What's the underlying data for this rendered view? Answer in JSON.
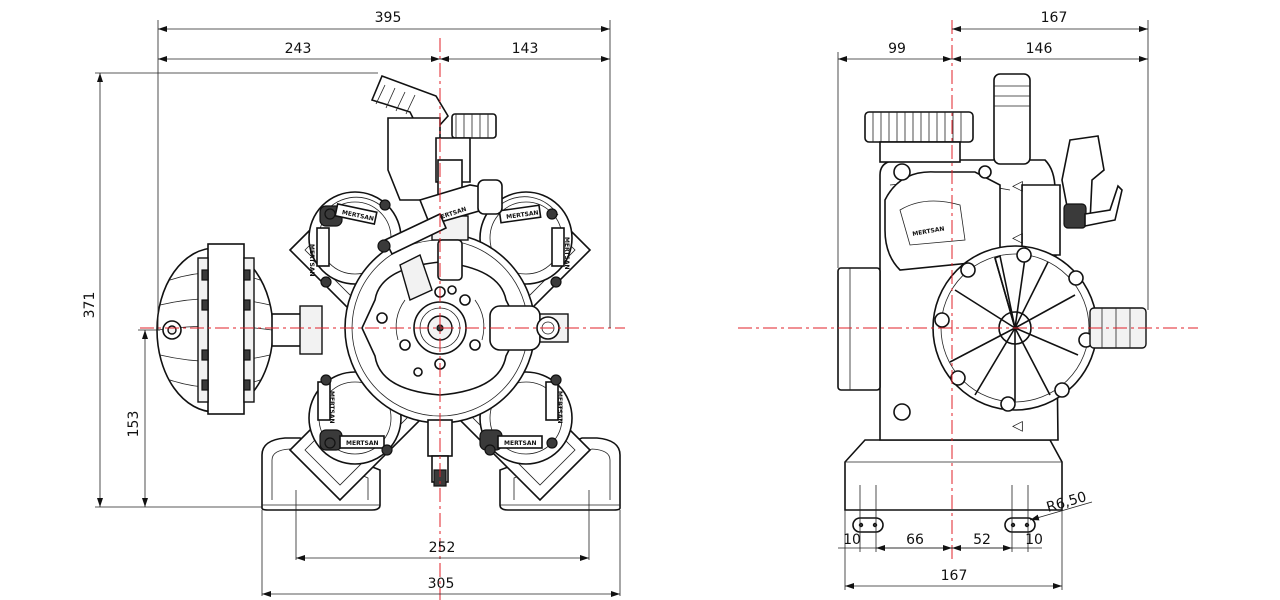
{
  "colors": {
    "line": "#111111",
    "centerline": "#e0202a",
    "dark": "#3a3a3a"
  },
  "brand_text": "MERTSAN",
  "front_view": {
    "overall_width": "395",
    "left_of_center": "243",
    "right_of_center": "143",
    "overall_height": "371",
    "shaft_height": "153",
    "mount_spacing": "252",
    "base_width": "305"
  },
  "side_view": {
    "overall_depth": "167",
    "rear_to_center": "99",
    "front_to_center": "146",
    "slot_width_left": "10",
    "slot_to_center_left": "66",
    "slot_to_center_right": "52",
    "slot_width_right": "10",
    "base_depth": "167",
    "slot_radius": "R6,50"
  }
}
